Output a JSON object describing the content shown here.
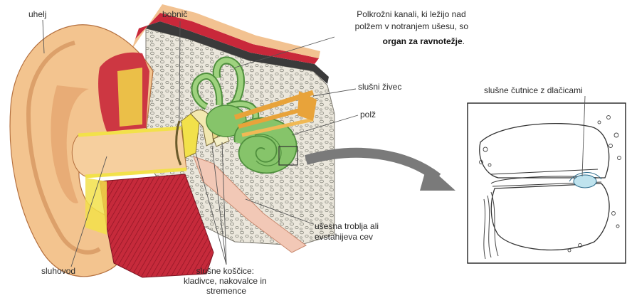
{
  "labels": {
    "uhelj": "uhelj",
    "bobnic": "bobnič",
    "polkrozni_line1": "Polkrožni kanali, ki ležijo nad",
    "polkrozni_line2": "polžem v notranjem ušesu, so",
    "polkrozni_line3": "organ za ravnotežje",
    "polkrozni_dot": ".",
    "slusni_zivec": "slušni živec",
    "polz": "polž",
    "slusne_cutnice": "slušne čutnice z dlačicami",
    "usesna_line1": "ušesna troblja ali",
    "usesna_line2": "evstahijeva cev",
    "sluhovod": "sluhovod",
    "koscice_line1": "slušne koščice:",
    "koscice_line2": "kladivce, nakovalce in",
    "koscice_line3": "stremence"
  },
  "colors": {
    "skin": "#f3c48f",
    "skin_shadow": "#e2a36b",
    "skin_dark": "#c9844c",
    "muscle": "#c9283a",
    "bone": "#e9e5d9",
    "cochlea": "#86c46a",
    "cochlea_dark": "#4f8f3d",
    "nerve": "#e8a33a",
    "arrow": "#777777"
  }
}
